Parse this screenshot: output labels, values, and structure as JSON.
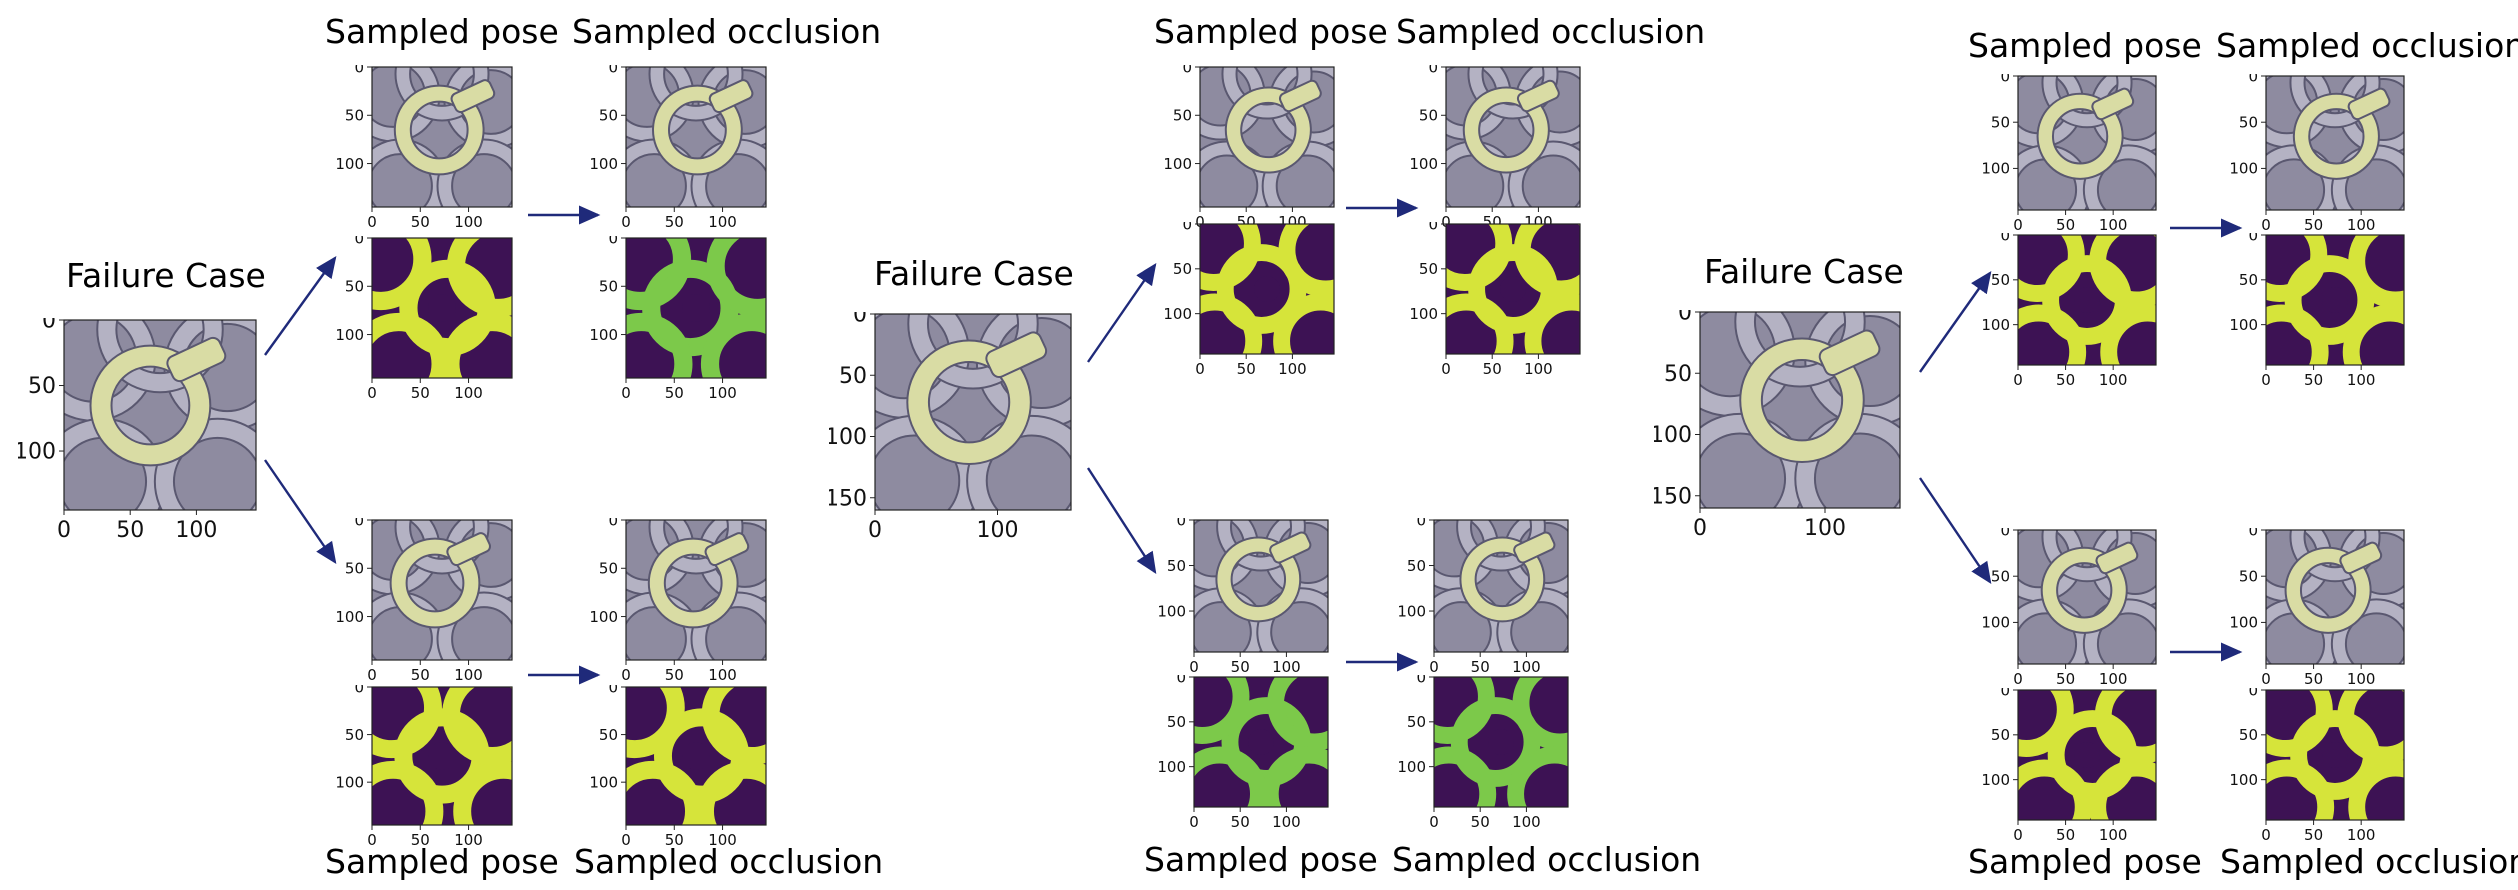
{
  "labels": {
    "failure_case": "Failure Case",
    "sampled_pose": "Sampled pose",
    "sampled_occlusion": "Sampled occlusion"
  },
  "colors": {
    "arrow": "#1f2a7a",
    "render_bg": "#8e8ba0",
    "ring_gray": "#b4b2c3",
    "ring_target": "#d9dca4",
    "mask_dark": "#3d1254",
    "mask_green": "#7cc94a",
    "mask_yellow": "#d6e43a"
  },
  "panels": {
    "failure": [
      {
        "xticks": [
          "0",
          "50",
          "100"
        ],
        "yticks": [
          "0",
          "50",
          "100"
        ]
      },
      {
        "xticks": [
          "0",
          "100"
        ],
        "yticks": [
          "0",
          "50",
          "100",
          "150"
        ]
      },
      {
        "xticks": [
          "0",
          "100"
        ],
        "yticks": [
          "0",
          "50",
          "100",
          "150"
        ]
      }
    ],
    "small": {
      "xticks": [
        "0",
        "50",
        "100"
      ],
      "yticks": [
        "0",
        "50",
        "100"
      ]
    }
  }
}
